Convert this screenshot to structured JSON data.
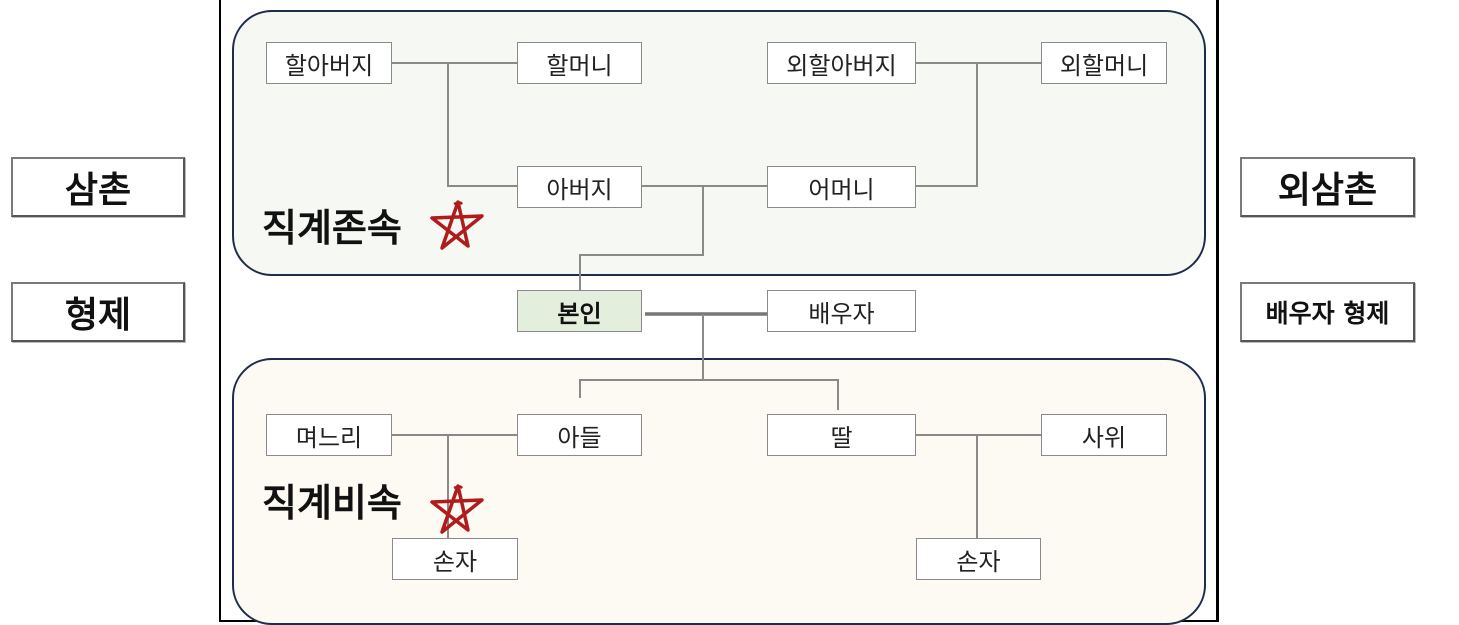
{
  "groups": {
    "ascendants_label": "직계존속",
    "descendants_label": "직계비속"
  },
  "nodes": {
    "grandfather": "할아버지",
    "grandmother": "할머니",
    "maternal_grandfather": "외할아버지",
    "maternal_grandmother": "외할머니",
    "father": "아버지",
    "mother": "어머니",
    "self": "본인",
    "spouse": "배우자",
    "daughter_in_law": "며느리",
    "son": "아들",
    "daughter": "딸",
    "son_in_law": "사위",
    "grandchild_left": "손자",
    "grandchild_right": "손자"
  },
  "side_labels": {
    "uncle": "삼촌",
    "maternal_uncle": "외삼촌",
    "siblings": "형제",
    "spouse_siblings": "배우자 형제"
  },
  "colors": {
    "group_border": "#1f2d4d",
    "ascendant_bg": "#f5f8f3",
    "descendant_bg": "#fdfaf3",
    "self_bg": "#e3efdc",
    "star_mark": "#b01c1c",
    "connector": "#8a8a8a"
  }
}
